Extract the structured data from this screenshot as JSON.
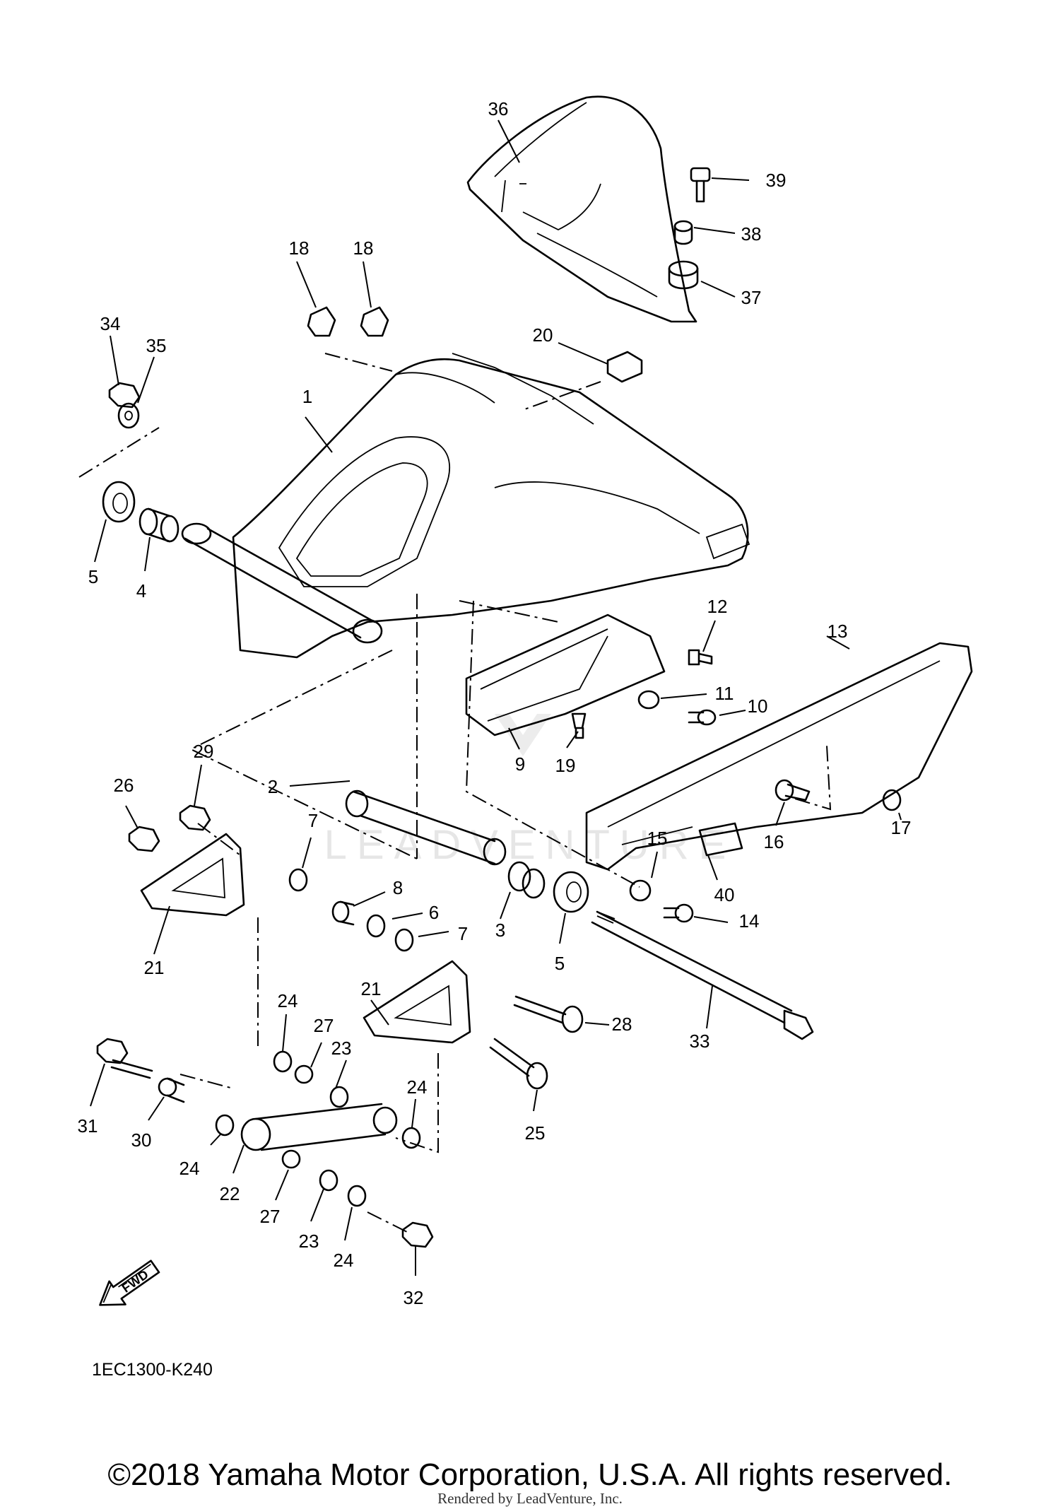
{
  "diagram": {
    "code": "1EC1300-K240",
    "fwd_label": "FWD",
    "watermark": "LEADVENTURE"
  },
  "callouts": [
    {
      "id": "c1",
      "label": "1"
    },
    {
      "id": "c2",
      "label": "2"
    },
    {
      "id": "c3",
      "label": "3"
    },
    {
      "id": "c4",
      "label": "4"
    },
    {
      "id": "c5a",
      "label": "5"
    },
    {
      "id": "c5b",
      "label": "5"
    },
    {
      "id": "c6",
      "label": "6"
    },
    {
      "id": "c7a",
      "label": "7"
    },
    {
      "id": "c7b",
      "label": "7"
    },
    {
      "id": "c8",
      "label": "8"
    },
    {
      "id": "c9",
      "label": "9"
    },
    {
      "id": "c10",
      "label": "10"
    },
    {
      "id": "c11",
      "label": "11"
    },
    {
      "id": "c12",
      "label": "12"
    },
    {
      "id": "c13",
      "label": "13"
    },
    {
      "id": "c14",
      "label": "14"
    },
    {
      "id": "c15",
      "label": "15"
    },
    {
      "id": "c16",
      "label": "16"
    },
    {
      "id": "c17",
      "label": "17"
    },
    {
      "id": "c18a",
      "label": "18"
    },
    {
      "id": "c18b",
      "label": "18"
    },
    {
      "id": "c19",
      "label": "19"
    },
    {
      "id": "c20",
      "label": "20"
    },
    {
      "id": "c21a",
      "label": "21"
    },
    {
      "id": "c21b",
      "label": "21"
    },
    {
      "id": "c22",
      "label": "22"
    },
    {
      "id": "c23a",
      "label": "23"
    },
    {
      "id": "c23b",
      "label": "23"
    },
    {
      "id": "c24a",
      "label": "24"
    },
    {
      "id": "c24b",
      "label": "24"
    },
    {
      "id": "c24c",
      "label": "24"
    },
    {
      "id": "c24d",
      "label": "24"
    },
    {
      "id": "c25",
      "label": "25"
    },
    {
      "id": "c26",
      "label": "26"
    },
    {
      "id": "c27a",
      "label": "27"
    },
    {
      "id": "c27b",
      "label": "27"
    },
    {
      "id": "c28",
      "label": "28"
    },
    {
      "id": "c29",
      "label": "29"
    },
    {
      "id": "c30",
      "label": "30"
    },
    {
      "id": "c31",
      "label": "31"
    },
    {
      "id": "c32",
      "label": "32"
    },
    {
      "id": "c33",
      "label": "33"
    },
    {
      "id": "c34",
      "label": "34"
    },
    {
      "id": "c35",
      "label": "35"
    },
    {
      "id": "c36",
      "label": "36"
    },
    {
      "id": "c37",
      "label": "37"
    },
    {
      "id": "c38",
      "label": "38"
    },
    {
      "id": "c39",
      "label": "39"
    },
    {
      "id": "c40",
      "label": "40"
    }
  ],
  "footer": {
    "copyright": "©2018 Yamaha Motor Corporation, U.S.A. All rights reserved.",
    "rendered_by": "Rendered by LeadVenture, Inc."
  }
}
